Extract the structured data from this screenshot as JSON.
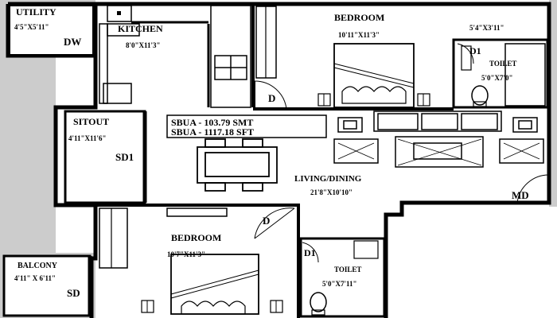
{
  "rooms": {
    "utility": {
      "name": "UTILITY",
      "size": "4'5\"X5'11\""
    },
    "dw": {
      "name": "DW"
    },
    "kitchen": {
      "name": "KITCHEN",
      "size": "8'0\"X11'3\""
    },
    "bedroom_top": {
      "name": "BEDROOM",
      "size": "10'11\"X11'3\""
    },
    "toilet_top": {
      "name": "TOILET",
      "size": "5'0\"X7'0\"",
      "door_name": "D1",
      "outer_size": "5'4\"X3'11\""
    },
    "sitout": {
      "name": "SITOUT",
      "size": "4'11\"X11'6\"",
      "door_name": "SD1"
    },
    "living_dining": {
      "name": "LIVING/DINING",
      "size": "21'8\"X10'10\""
    },
    "main_door": {
      "name": "MD"
    },
    "bedroom_bottom": {
      "name": "BEDROOM",
      "size": "10'7\"X11'3\"",
      "door_name": "D"
    },
    "toilet_bottom": {
      "name": "TOILET",
      "size": "5'0\"X7'11\"",
      "door_name": "D1"
    },
    "balcony": {
      "name": "BALCONY",
      "size": "4'11\" X 6'11\"",
      "door_name": "SD"
    },
    "bedroom_top_door": {
      "name": "D"
    }
  },
  "area": {
    "sbua_smt": "SBUA - 103.79 SMT",
    "sbua_sft": "SBUA - 1117.18 SFT"
  },
  "colors": {
    "background_grey": "#cccccc",
    "wall": "#000000",
    "floor": "#ffffff"
  }
}
